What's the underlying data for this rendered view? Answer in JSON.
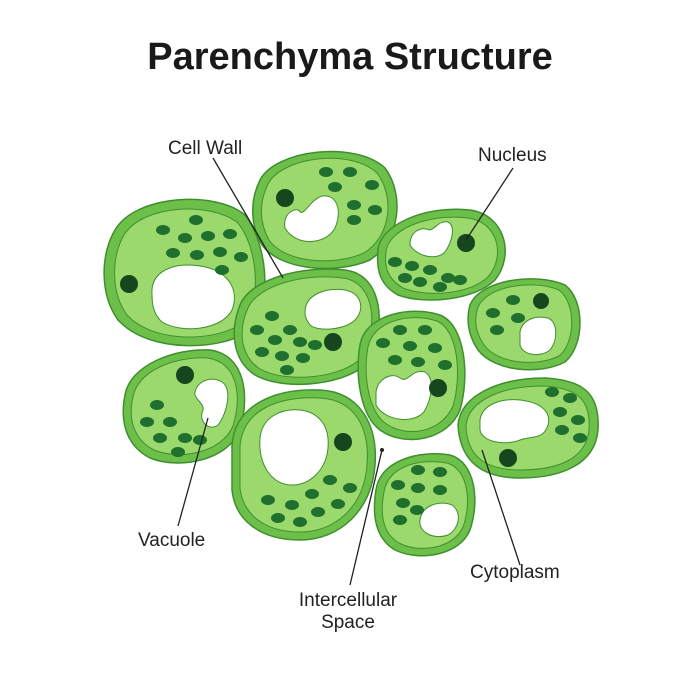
{
  "title": "Parenchyma Structure",
  "labels": {
    "cell_wall": "Cell Wall",
    "nucleus": "Nucleus",
    "vacuole": "Vacuole",
    "cytoplasm": "Cytoplasm",
    "intercellular_line1": "Intercellular",
    "intercellular_line2": "Space"
  },
  "colors": {
    "cell_wall": "#6cc04a",
    "cytoplasm": "#9bd96c",
    "chloroplast": "#1f6f2f",
    "nucleus": "#16461d",
    "vacuole": "#ffffff",
    "outline": "#3f8f2e",
    "text": "#222222"
  }
}
